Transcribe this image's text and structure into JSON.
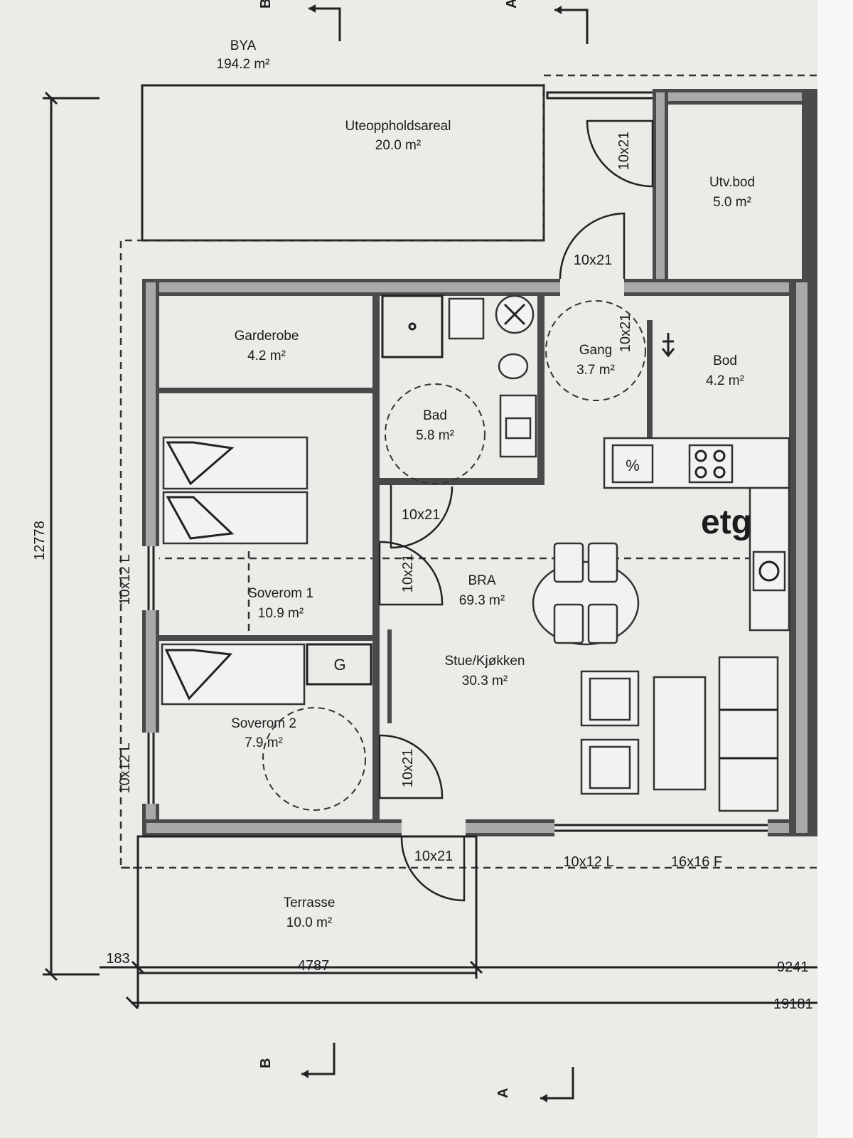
{
  "plot": {
    "label": "BYA",
    "area": "194.2 m²"
  },
  "rooms": {
    "outdoor": {
      "name": "Uteoppholdsareal",
      "area": "20.0 m²"
    },
    "storage_ext": {
      "name": "Utv.bod",
      "area": "5.0 m²"
    },
    "wardrobe": {
      "name": "Garderobe",
      "area": "4.2 m²"
    },
    "bath": {
      "name": "Bad",
      "area": "5.8 m²"
    },
    "hall": {
      "name": "Gang",
      "area": "3.7 m²"
    },
    "storage": {
      "name": "Bod",
      "area": "4.2 m²"
    },
    "gross": {
      "name": "BRA",
      "area": "69.3 m²"
    },
    "bedroom1": {
      "name": "Soverom 1",
      "area": "10.9 m²"
    },
    "bedroom2": {
      "name": "Soverom 2",
      "area": "7.9 m²"
    },
    "living": {
      "name": "Stue/Kjøkken",
      "area": "30.3 m²"
    },
    "terrace": {
      "name": "Terrasse",
      "area": "10.0 m²"
    },
    "closet_g": "G",
    "stair_note": "etg"
  },
  "doors": {
    "d1": "10x21",
    "d2": "10x21",
    "d3": "10x21",
    "d4": "10x21",
    "d5": "10x21",
    "d6": "10x21",
    "d7": "10x21"
  },
  "windows": {
    "w1": "10x12 L",
    "w2": "10x12 L",
    "w3": "10x12 L",
    "w4": "16x16 F"
  },
  "dimensions": {
    "height": "12778",
    "left_offset": "183",
    "terrace_width": "4787",
    "right_partial": "9241",
    "total_partial": "19181"
  },
  "section_marks": {
    "b_top": "B",
    "a_top": "A",
    "b_bottom": "B",
    "a_bottom": "A"
  }
}
